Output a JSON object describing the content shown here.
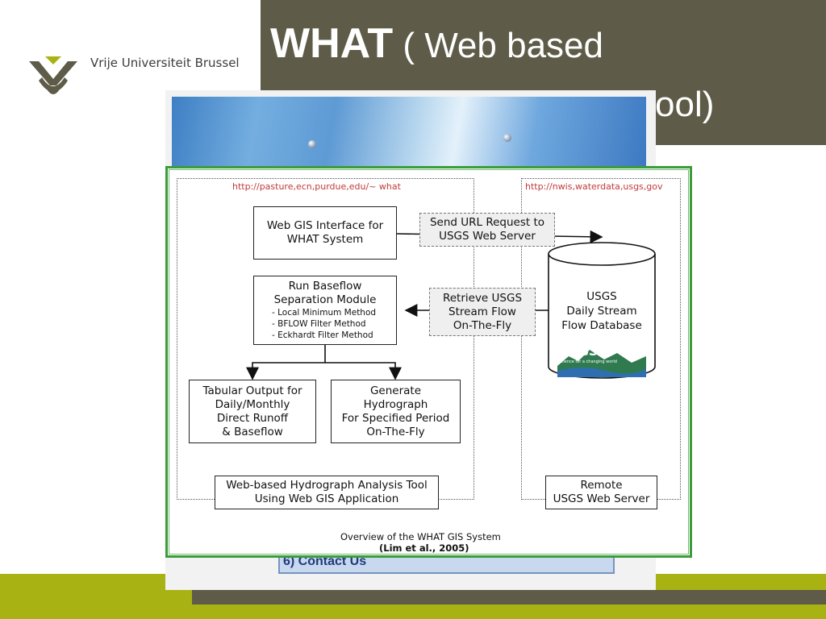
{
  "slide": {
    "title_bold": "WHAT",
    "title_rest": " ( Web based",
    "title_line2_fragment": "ool)"
  },
  "logo": {
    "text": "Vrije Universiteit Brussel",
    "icon": "vub-logo-icon"
  },
  "diagram": {
    "left_url": "http://pasture,ecn,purdue,edu/~ what",
    "right_url": "http://nwis,waterdata,usgs,gov",
    "web_gis": [
      "Web GIS Interface for",
      "WHAT System"
    ],
    "send_request": [
      "Send URL Request to",
      "USGS Web Server"
    ],
    "baseflow": {
      "lines": [
        "Run Baseflow",
        "Separation Module"
      ],
      "methods": [
        "- Local Minimum Method",
        "- BFLOW Filter Method",
        "- Eckhardt Filter Method"
      ]
    },
    "retrieve": [
      "Retrieve USGS",
      "Stream Flow",
      "On-The-Fly"
    ],
    "database": [
      "USGS",
      "Daily Stream",
      "Flow Database"
    ],
    "usgs_logo": "USGS",
    "usgs_tagline": "science for a changing world",
    "tabular": [
      "Tabular Output for",
      "Daily/Monthly",
      "Direct Runoff",
      "& Baseflow"
    ],
    "hydrograph": [
      "Generate",
      "Hydrograph",
      "For Specified Period",
      "On-The-Fly"
    ],
    "tool_label": [
      "Web-based Hydrograph Analysis Tool",
      "Using Web GIS Application"
    ],
    "remote_label": [
      "Remote",
      "USGS Web Server"
    ],
    "caption": "Overview of the WHAT GIS System",
    "citation": "(Lim et al., 2005)"
  },
  "background_menu": {
    "contact": "6) Contact Us"
  },
  "colors": {
    "title_bar": "#5e5c48",
    "accent_bar": "#a9b213",
    "frame": "#3c9c3c",
    "url_text": "#c23a3a"
  }
}
